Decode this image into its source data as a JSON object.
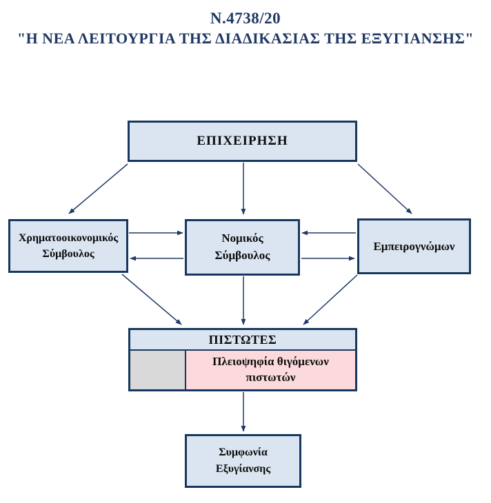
{
  "title": {
    "line1": "Ν.4738/20",
    "line2": "\"Η ΝΕΑ ΛΕΙΤΟΥΡΓΙΑ ΤΗΣ ΔΙΑΔΙΚΑΣΙΑΣ ΤΗΣ ΕΞΥΓΙΑΝΣΗΣ\""
  },
  "nodes": {
    "business": {
      "label": "ΕΠΙΧΕΙΡΗΣΗ"
    },
    "financial": {
      "lines": [
        "Χρηματοοικονομικός",
        "Σύμβουλος"
      ]
    },
    "legal": {
      "lines": [
        "Νομικός",
        "Σύμβουλος"
      ]
    },
    "expert": {
      "label": "Εμπειρογνώμων"
    },
    "creditors": {
      "header": "ΠΙΣΤΩΤΕΣ",
      "majority_lines": [
        "Πλειοψηφία θιγόμενων",
        "πιστωτών"
      ]
    },
    "agreement": {
      "lines": [
        "Συμφωνία",
        "Εξυγίανσης"
      ]
    }
  },
  "edges": [
    {
      "from": "business",
      "to": "financial"
    },
    {
      "from": "business",
      "to": "legal"
    },
    {
      "from": "business",
      "to": "expert"
    },
    {
      "from": "financial",
      "to": "legal"
    },
    {
      "from": "legal",
      "to": "financial"
    },
    {
      "from": "expert",
      "to": "legal"
    },
    {
      "from": "legal",
      "to": "expert"
    },
    {
      "from": "financial",
      "to": "creditors"
    },
    {
      "from": "legal",
      "to": "creditors"
    },
    {
      "from": "expert",
      "to": "creditors"
    },
    {
      "from": "creditors",
      "to": "agreement"
    }
  ],
  "colors": {
    "node_fill": "#dbe5f1",
    "node_border": "#17375e",
    "gray_cell": "#d9d9d9",
    "pink_cell": "#fcd9dd",
    "title_text": "#1f3864",
    "arrow": "#1f3864"
  }
}
